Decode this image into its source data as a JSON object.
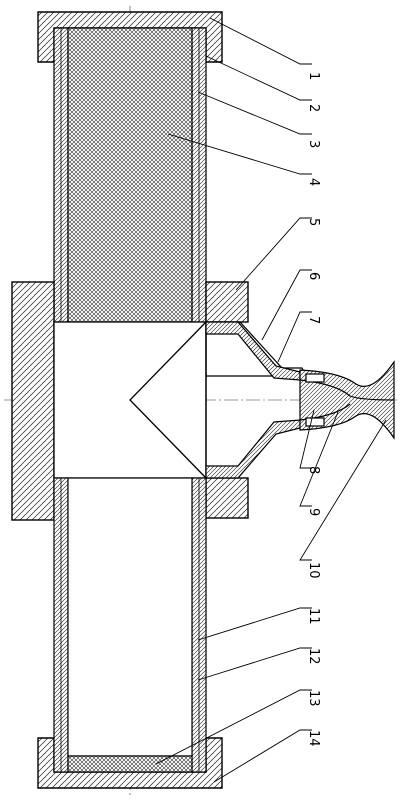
{
  "callouts": [
    {
      "number": "1"
    },
    {
      "number": "2"
    },
    {
      "number": "3"
    },
    {
      "number": "4"
    },
    {
      "number": "5"
    },
    {
      "number": "6"
    },
    {
      "number": "7"
    },
    {
      "number": "8"
    },
    {
      "number": "9"
    },
    {
      "number": "10"
    },
    {
      "number": "11"
    },
    {
      "number": "12"
    },
    {
      "number": "13"
    },
    {
      "number": "14"
    }
  ]
}
